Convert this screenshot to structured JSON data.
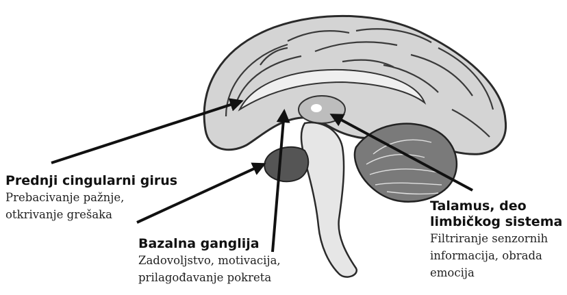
{
  "labels": {
    "cingulate": {
      "title": "Prednji cingularni girus",
      "desc_line1": "Prebacivanje pažnje,",
      "desc_line2": "otkrivanje grešaka"
    },
    "basal_ganglia": {
      "title": "Bazalna ganglija",
      "desc_line1": "Zadovoljstvo, motivacija,",
      "desc_line2": "prilagođavanje pokreta"
    },
    "thalamus": {
      "title_line1": "Talamus, deo",
      "title_line2": "limbičkog sistema",
      "desc_line1": "Filtriranje senzornih",
      "desc_line2": "informacija, obrada",
      "desc_line3": "emocija"
    }
  },
  "colors": {
    "arrow": "#111111",
    "brain_fill": "#d9d9d9",
    "brain_dark": "#4a4a4a"
  }
}
